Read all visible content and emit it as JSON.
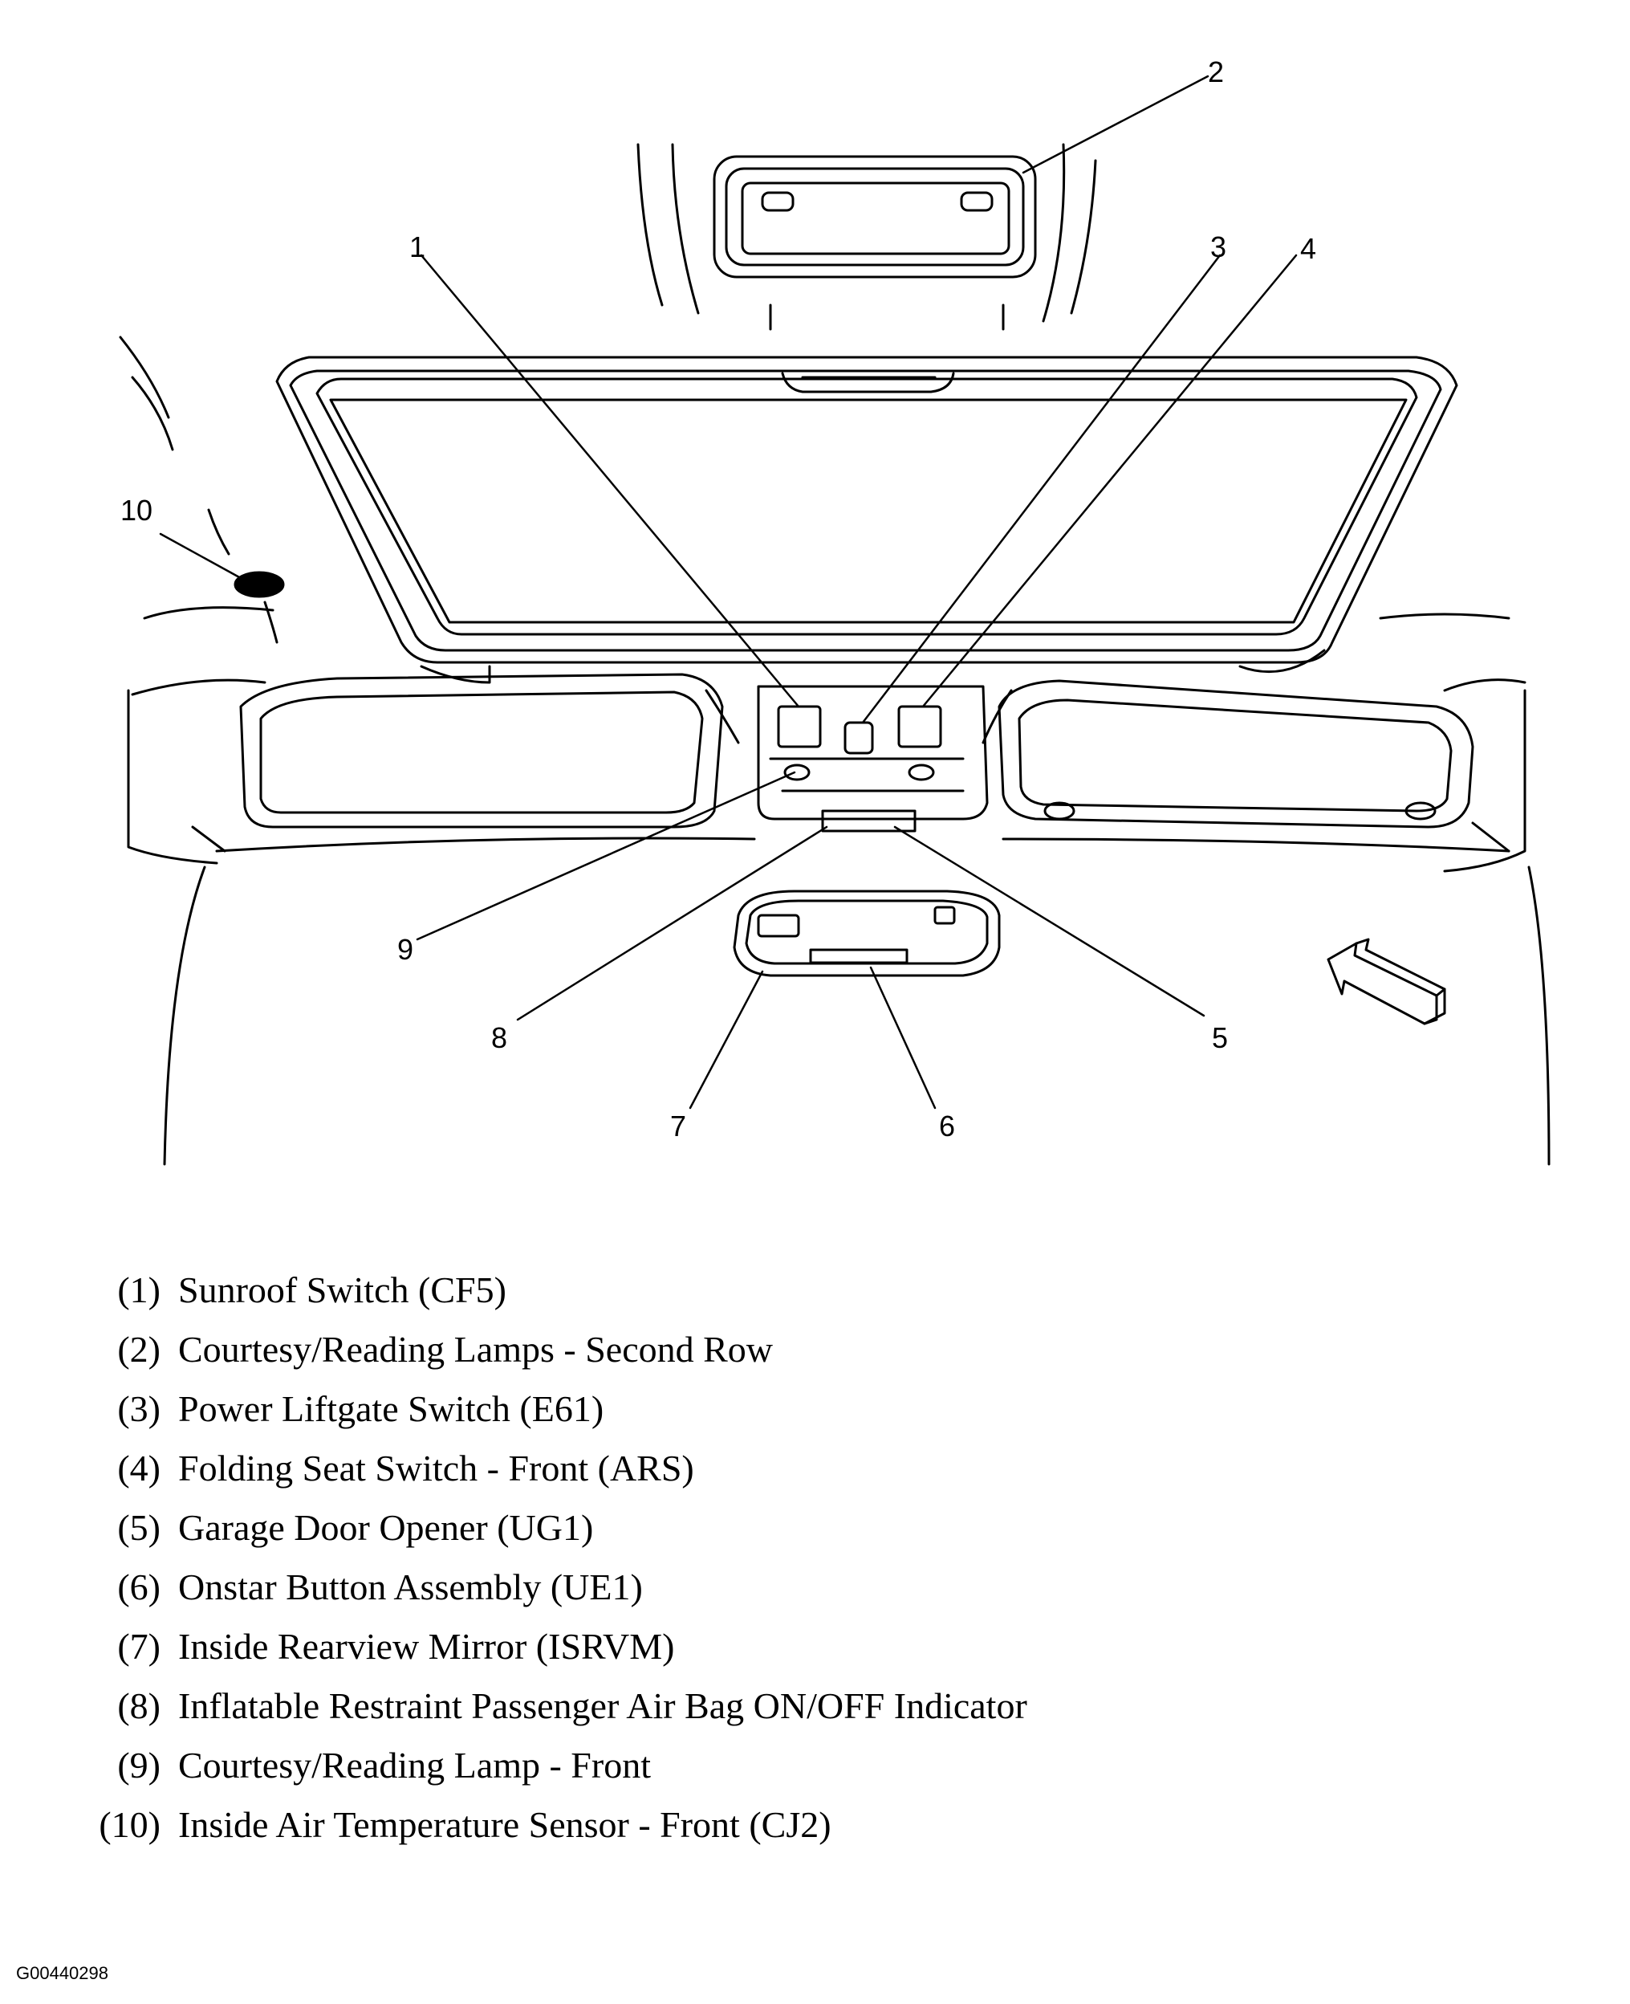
{
  "callouts": [
    "1",
    "2",
    "3",
    "4",
    "5",
    "6",
    "7",
    "8",
    "9",
    "10"
  ],
  "legend": [
    {
      "num": "(1)",
      "text": "Sunroof Switch (CF5)"
    },
    {
      "num": "(2)",
      "text": "Courtesy/Reading Lamps - Second Row"
    },
    {
      "num": "(3)",
      "text": "Power Liftgate Switch (E61)"
    },
    {
      "num": "(4)",
      "text": "Folding Seat Switch - Front (ARS)"
    },
    {
      "num": "(5)",
      "text": "Garage Door Opener (UG1)"
    },
    {
      "num": "(6)",
      "text": "Onstar Button Assembly (UE1)"
    },
    {
      "num": "(7)",
      "text": "Inside Rearview Mirror (ISRVM)"
    },
    {
      "num": "(8)",
      "text": "Inflatable Restraint Passenger Air Bag ON/OFF Indicator"
    },
    {
      "num": "(9)",
      "text": "Courtesy/Reading Lamp - Front"
    },
    {
      "num": "(10)",
      "text": "Inside Air Temperature Sensor - Front (CJ2)"
    }
  ],
  "figure_id": "G00440298"
}
